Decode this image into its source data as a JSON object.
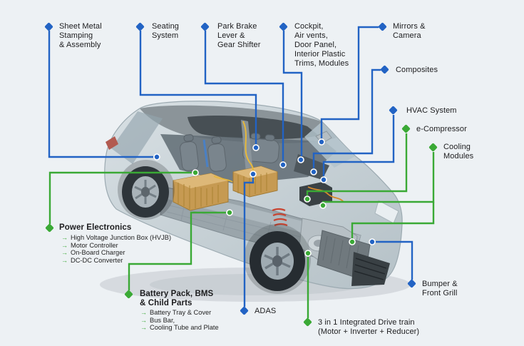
{
  "page": {
    "background_color": "#edf1f4"
  },
  "colors": {
    "callout_blue": "#2263c4",
    "callout_green": "#3aa935",
    "text": "#1d1d1f",
    "car_body": "#c8d2d7",
    "battery_gold": "#c69a52"
  },
  "icons": {
    "arrow": "→"
  },
  "diagram": {
    "subject": "electric-vehicle-cutaway",
    "callouts": {
      "sheet_metal": {
        "label": "Sheet Metal\nStamping\n& Assembly",
        "color": "blue"
      },
      "seating": {
        "label": "Seating\nSystem",
        "color": "blue"
      },
      "park_brake": {
        "label": "Park Brake\nLever &\nGear Shifter",
        "color": "blue"
      },
      "cockpit": {
        "label": "Cockpit,\nAir vents,\nDoor Panel,\nInterior Plastic\nTrims, Modules",
        "color": "blue"
      },
      "mirrors": {
        "label": "Mirrors &\nCamera",
        "color": "blue"
      },
      "composites": {
        "label": "Composites",
        "color": "blue"
      },
      "hvac": {
        "label": "HVAC System",
        "color": "blue"
      },
      "e_compressor": {
        "label": "e-Compressor",
        "color": "green"
      },
      "cooling_modules": {
        "label": "Cooling\nModules",
        "color": "green"
      },
      "bumper": {
        "label": "Bumper &\nFront Grill",
        "color": "blue"
      },
      "adas": {
        "label": "ADAS",
        "color": "blue"
      },
      "drivetrain": {
        "label": "3 in 1 Integrated Drive train\n(Motor + Inverter + Reducer)",
        "color": "green"
      },
      "power_electronics": {
        "label": "Power Electronics",
        "color": "green",
        "items": [
          "High Voltage Junction Box (HVJB)",
          "Motor Controller",
          "On-Board Charger",
          "DC-DC Converter"
        ]
      },
      "battery_pack": {
        "label": "Battery Pack, BMS\n& Child Parts",
        "color": "green",
        "items": [
          "Battery Tray & Cover",
          "Bus Bar,",
          "Cooling Tube and Plate"
        ]
      }
    }
  }
}
